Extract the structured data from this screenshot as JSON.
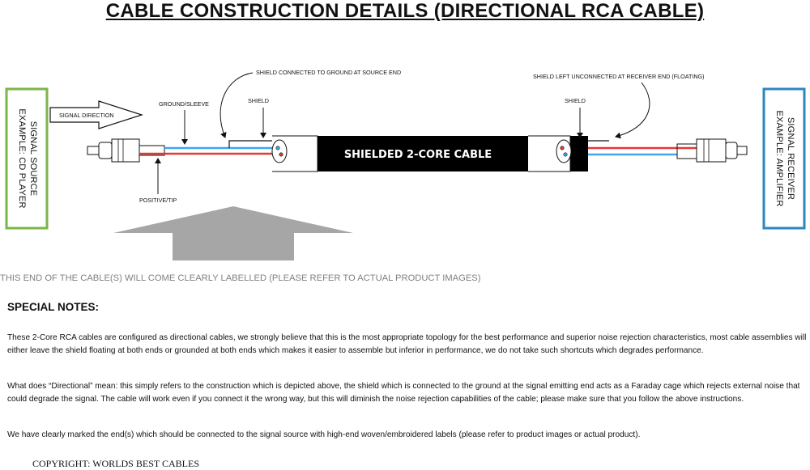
{
  "title": "CABLE CONSTRUCTION DETAILS (DIRECTIONAL RCA CABLE)",
  "colors": {
    "source_box": "#7ab648",
    "receiver_box": "#2e86c1",
    "signal_wire": "#e53935",
    "ground_wire": "#42a5f5",
    "cable_body": "#000000",
    "label_arrow": "#a6a6a6"
  },
  "diagram": {
    "source_box": {
      "line1": "SIGNAL SOURCE",
      "line2": "EXAMPLE: CD PLAYER"
    },
    "receiver_box": {
      "line1": "SIGNAL RECEIVER",
      "line2": "EXAMPLE: AMPLIFIER"
    },
    "signal_direction": "SIGNAL DIRECTION",
    "ground_sleeve": "GROUND/SLEEVE",
    "positive_tip": "POSITIVE/TIP",
    "shield_left": "SHIELD",
    "shield_right": "SHIELD",
    "shield_grounded_note": "SHIELD CONNECTED TO GROUND AT SOURCE END",
    "shield_floating_note": "SHIELD LEFT UNCONNECTED AT RECEIVER END (FLOATING)",
    "cable_label": "SHIELDED 2-CORE CABLE"
  },
  "label_note": "THIS END OF THE CABLE(S) WILL COME CLEARLY LABELLED (PLEASE REFER TO ACTUAL PRODUCT IMAGES)",
  "notes": {
    "heading": "SPECIAL NOTES:",
    "paragraphs": [
      "These 2-Core RCA cables are configured as directional cables, we strongly believe that this is the most appropriate topology for the best performance and superior noise rejection characteristics, most cable assemblies will either leave the shield floating at both ends or grounded at both ends which makes it easier to assemble but inferior in performance, we do not take such shortcuts which degrades performance.",
      "What does “Directional” mean: this simply refers to the construction  which is depicted above, the shield which is connected to the ground at the signal emitting end acts as a Faraday cage which rejects external noise that could degrade the signal. The cable will work even if you connect it the wrong way, but this will diminish the noise rejection capabilities of the cable; please make sure that you follow the above instructions.",
      "We have clearly marked the end(s) which should be connected to the signal source with high-end woven/embroidered labels (please refer to product images or actual product)."
    ]
  },
  "copyright": "COPYRIGHT: WORLDS BEST CABLES"
}
